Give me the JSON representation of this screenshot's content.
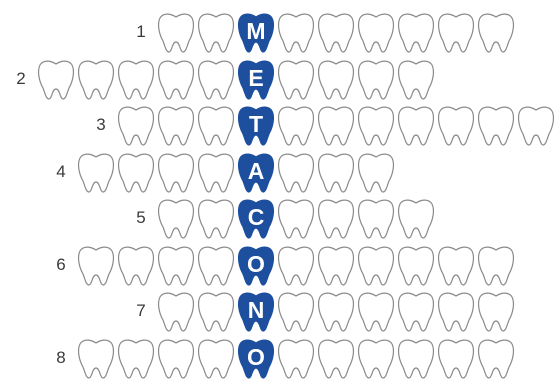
{
  "puzzle": {
    "colors": {
      "outline": "#8a8a8a",
      "key_fill": "#1d4f9e",
      "empty_fill": "#ffffff",
      "letter": "#ffffff"
    },
    "key_column_word": "METACONO",
    "rows": [
      {
        "number": "1",
        "before": 2,
        "after": 6,
        "key_letter": "M"
      },
      {
        "number": "2",
        "before": 5,
        "after": 4,
        "key_letter": "E"
      },
      {
        "number": "3",
        "before": 3,
        "after": 7,
        "key_letter": "T"
      },
      {
        "number": "4",
        "before": 4,
        "after": 3,
        "key_letter": "A"
      },
      {
        "number": "5",
        "before": 2,
        "after": 4,
        "key_letter": "C"
      },
      {
        "number": "6",
        "before": 4,
        "after": 6,
        "key_letter": "O"
      },
      {
        "number": "7",
        "before": 2,
        "after": 6,
        "key_letter": "N"
      },
      {
        "number": "8",
        "before": 4,
        "after": 6,
        "key_letter": "O"
      }
    ]
  }
}
